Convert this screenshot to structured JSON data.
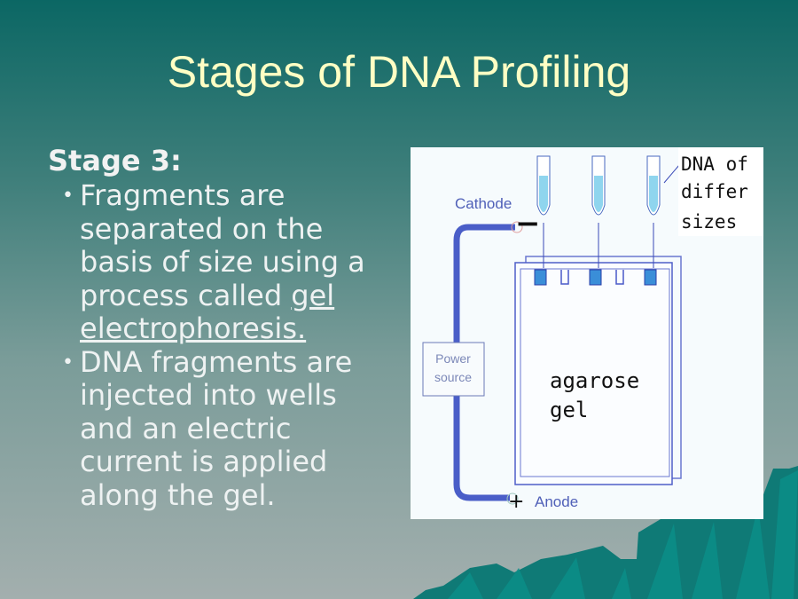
{
  "slide": {
    "title": "Stages of DNA Profiling",
    "stage_heading": "Stage 3:",
    "bullets": [
      {
        "text": "Fragments are separated on the basis of size using a process called ",
        "link": "gel electrophoresis."
      },
      {
        "text": "DNA fragments are injected into wells and an electric current is applied along the gel."
      }
    ]
  },
  "diagram": {
    "cathode": "Cathode",
    "anode": "Anode",
    "minus": "−",
    "plus": "+",
    "power_line1": "Power",
    "power_line2": "source",
    "dna_line1": "DNA of",
    "dna_line2": "differ",
    "dna_line3": "sizes",
    "gel_line1": "agarose",
    "gel_line2": "gel"
  }
}
